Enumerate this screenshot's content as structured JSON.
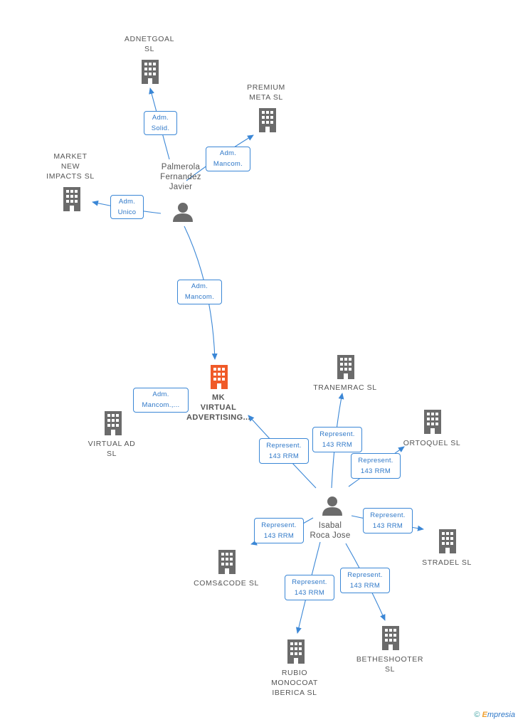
{
  "nodes": {
    "adnetgoal": {
      "label": "ADNETGOAL\nSL",
      "kind": "company"
    },
    "premium_meta": {
      "label": "PREMIUM\nMETA  SL",
      "kind": "company"
    },
    "market_new_impacts": {
      "label": "MARKET\nNEW\nIMPACTS  SL",
      "kind": "company"
    },
    "palmerola": {
      "label": "Palmerola\nFernandez\nJavier",
      "kind": "person"
    },
    "mk_virtual": {
      "label": "MK\nVIRTUAL\nADVERTISING...",
      "kind": "company-main"
    },
    "virtual_ad": {
      "label": "VIRTUAL AD\nSL",
      "kind": "company"
    },
    "tranemrac": {
      "label": "TRANEMRAC SL",
      "kind": "company"
    },
    "ortoquel": {
      "label": "ORTOQUEL SL",
      "kind": "company"
    },
    "isabal": {
      "label": "Isabal\nRoca Jose",
      "kind": "person"
    },
    "stradel": {
      "label": "STRADEL SL",
      "kind": "company"
    },
    "coms_code": {
      "label": "COMS&CODE SL",
      "kind": "company"
    },
    "betheshooter": {
      "label": "BETHESHOOTER\nSL",
      "kind": "company"
    },
    "rubio_monocoat": {
      "label": "RUBIO\nMONOCOAT\nIBERICA  SL",
      "kind": "company"
    }
  },
  "edges": {
    "palmerola_adnetgoal": "Adm.\nSolid.",
    "palmerola_premium": "Adm.\nMancom.",
    "palmerola_market": "Adm.\nUnico",
    "palmerola_mk": "Adm.\nMancom.",
    "virtualad_mk": "Adm.\nMancom.,...",
    "isabal_mk": "Represent.\n143 RRM",
    "isabal_tranemrac": "Represent.\n143 RRM",
    "isabal_ortoquel": "Represent.\n143 RRM",
    "isabal_coms": "Represent.\n143 RRM",
    "isabal_stradel": "Represent.\n143 RRM",
    "isabal_rubio": "Represent.\n143 RRM",
    "isabal_betheshooter": "Represent.\n143 RRM"
  },
  "colors": {
    "edge": "#3b87d6",
    "company_icon": "#6b6b6b",
    "main_company_icon": "#f05a28",
    "person_icon": "#6b6b6b"
  },
  "footer": {
    "copyright": "©",
    "brand_e": "E",
    "brand_rest": "mpresia"
  }
}
